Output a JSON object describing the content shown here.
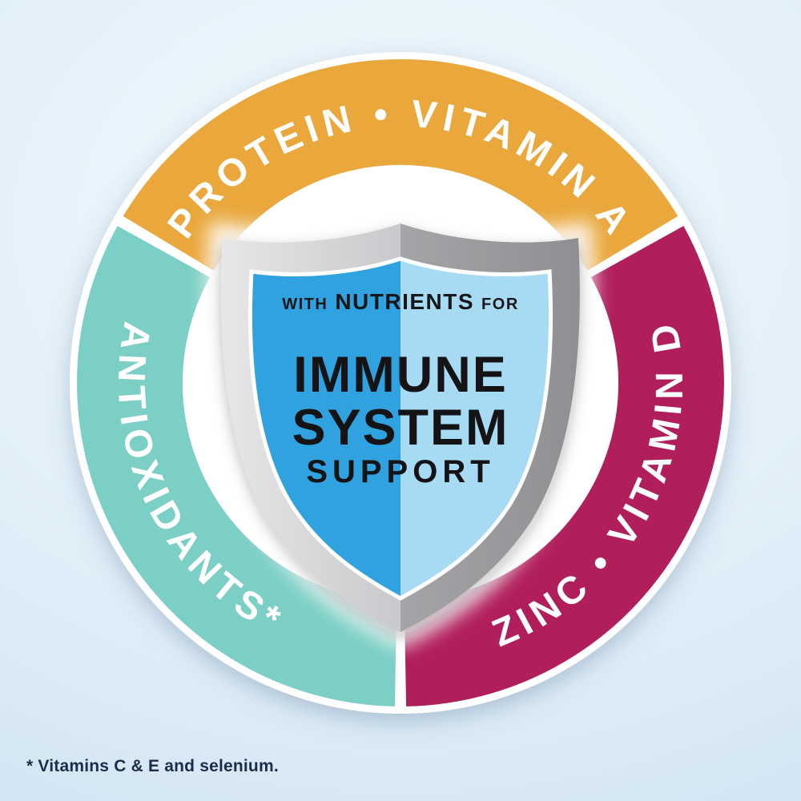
{
  "badge": {
    "ring_labels": {
      "top": "PROTEIN • VITAMIN A",
      "right": "ZINC • VITAMIN D",
      "left": "ANTIOXIDANTS*"
    },
    "ring_colors": {
      "top": "#E9A73C",
      "right": "#B01E5C",
      "left": "#7CCFC5"
    },
    "shield": {
      "tagline_prefix": "WITH",
      "tagline_emphasis": "NUTRIENTS",
      "tagline_suffix": "FOR",
      "title_line1": "IMMUNE",
      "title_line2": "SYSTEM",
      "subtitle": "SUPPORT",
      "colors": {
        "blue_left": "#2FA2DF",
        "blue_right": "#A7DBF4",
        "silver_left": "#C9C9CC",
        "gray_right": "#A5A5A8"
      }
    }
  },
  "footnote": "* Vitamins C & E and selenium.",
  "background_color": "#D9EAF6"
}
